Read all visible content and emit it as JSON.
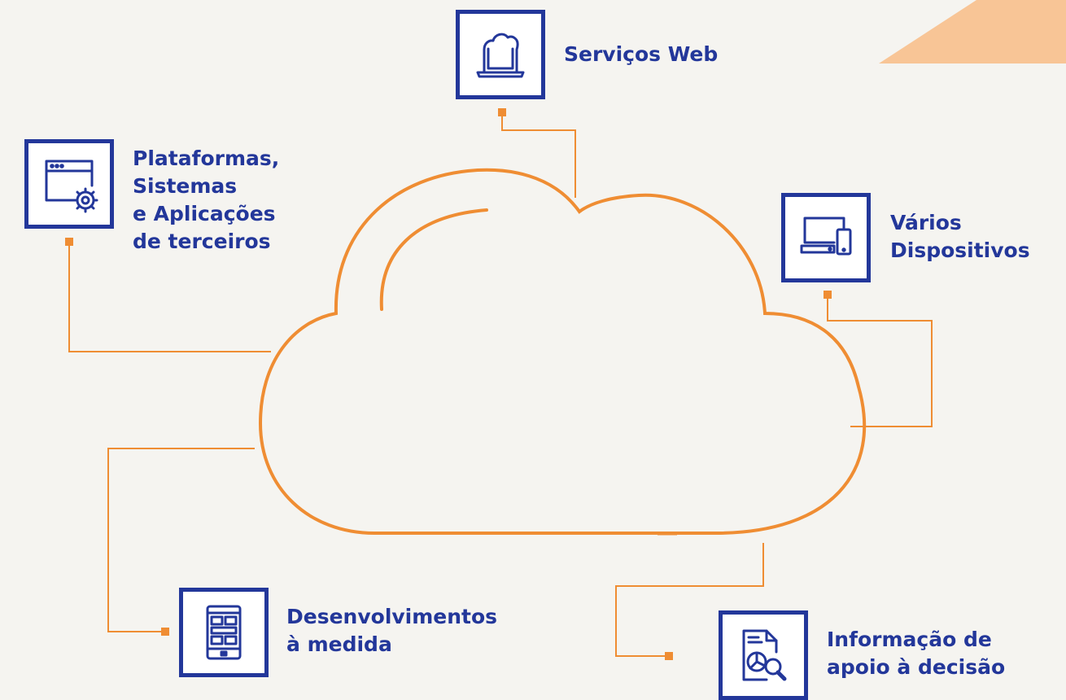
{
  "colors": {
    "background": "#f5f4f0",
    "accent": "#ef8d33",
    "accent_light": "#f8c596",
    "primary": "#23379a"
  },
  "nodes": {
    "servicos_web": {
      "icon": "cloud-laptop-icon",
      "lines": [
        "Serviços Web"
      ]
    },
    "plataformas": {
      "icon": "window-gear-icon",
      "lines": [
        "Plataformas,",
        "Sistemas",
        "e Aplicações",
        "de terceiros"
      ]
    },
    "varios_dispositivos": {
      "icon": "devices-icon",
      "lines": [
        "Vários",
        "Dispositivos"
      ]
    },
    "desenvolvimentos": {
      "icon": "mobile-app-icon",
      "lines": [
        "Desenvolvimentos",
        "à medida"
      ]
    },
    "informacao": {
      "icon": "report-search-icon",
      "lines": [
        "Informação de",
        "apoio à decisão"
      ]
    }
  }
}
